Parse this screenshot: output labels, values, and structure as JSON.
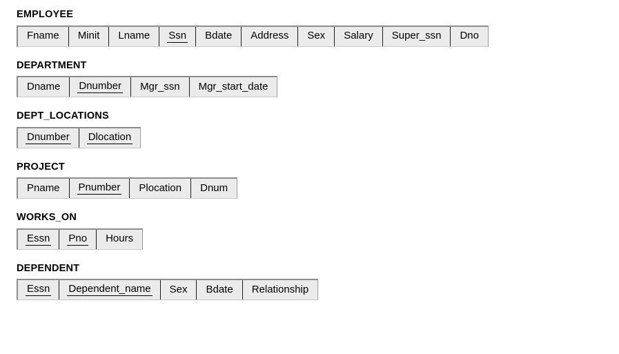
{
  "diagram": {
    "kind": "relational-schema",
    "background_color": "#ffffff",
    "cell_fill_color": "#ebebeb",
    "cell_border_color": "#1a1a1a",
    "outer_shadow_color": "#8c8c8c",
    "relations": [
      {
        "name": "EMPLOYEE",
        "attributes": [
          {
            "label": "Fname",
            "primary_key": false
          },
          {
            "label": "Minit",
            "primary_key": false
          },
          {
            "label": "Lname",
            "primary_key": false
          },
          {
            "label": "Ssn",
            "primary_key": true
          },
          {
            "label": "Bdate",
            "primary_key": false
          },
          {
            "label": "Address",
            "primary_key": false
          },
          {
            "label": "Sex",
            "primary_key": false
          },
          {
            "label": "Salary",
            "primary_key": false
          },
          {
            "label": "Super_ssn",
            "primary_key": false
          },
          {
            "label": "Dno",
            "primary_key": false
          }
        ]
      },
      {
        "name": "DEPARTMENT",
        "attributes": [
          {
            "label": "Dname",
            "primary_key": false
          },
          {
            "label": "Dnumber",
            "primary_key": true
          },
          {
            "label": "Mgr_ssn",
            "primary_key": false
          },
          {
            "label": "Mgr_start_date",
            "primary_key": false
          }
        ]
      },
      {
        "name": "DEPT_LOCATIONS",
        "attributes": [
          {
            "label": "Dnumber",
            "primary_key": true
          },
          {
            "label": "Dlocation",
            "primary_key": true
          }
        ]
      },
      {
        "name": "PROJECT",
        "attributes": [
          {
            "label": "Pname",
            "primary_key": false
          },
          {
            "label": "Pnumber",
            "primary_key": true
          },
          {
            "label": "Plocation",
            "primary_key": false
          },
          {
            "label": "Dnum",
            "primary_key": false
          }
        ]
      },
      {
        "name": "WORKS_ON",
        "attributes": [
          {
            "label": "Essn",
            "primary_key": true
          },
          {
            "label": "Pno",
            "primary_key": true
          },
          {
            "label": "Hours",
            "primary_key": false
          }
        ]
      },
      {
        "name": "DEPENDENT",
        "attributes": [
          {
            "label": "Essn",
            "primary_key": true
          },
          {
            "label": "Dependent_name",
            "primary_key": true
          },
          {
            "label": "Sex",
            "primary_key": false
          },
          {
            "label": "Bdate",
            "primary_key": false
          },
          {
            "label": "Relationship",
            "primary_key": false
          }
        ]
      }
    ]
  }
}
